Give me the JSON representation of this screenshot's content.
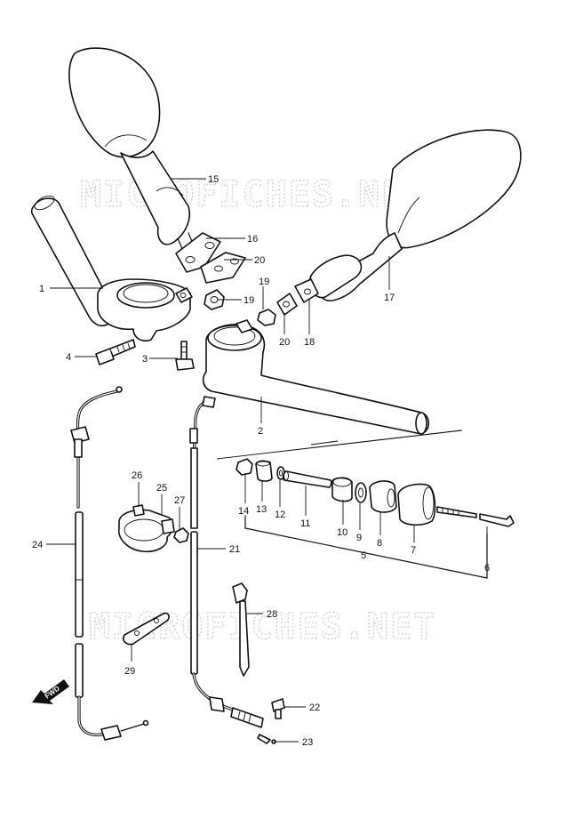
{
  "watermark": "MICROFICHES.NET",
  "fwd_label": "FWD",
  "callouts": {
    "c1": "1",
    "c2": "2",
    "c3": "3",
    "c4": "4",
    "c5": "5",
    "c6": "6",
    "c7": "7",
    "c8": "8",
    "c9": "9",
    "c10": "10",
    "c11": "11",
    "c12": "12",
    "c13": "13",
    "c14": "14",
    "c15": "15",
    "c16": "16",
    "c17": "17",
    "c18": "18",
    "c19a": "19",
    "c19b": "19",
    "c20a": "20",
    "c20b": "20",
    "c21": "21",
    "c22": "22",
    "c23": "23",
    "c24": "24",
    "c25": "25",
    "c26": "26",
    "c27": "27",
    "c28": "28",
    "c29": "29"
  }
}
